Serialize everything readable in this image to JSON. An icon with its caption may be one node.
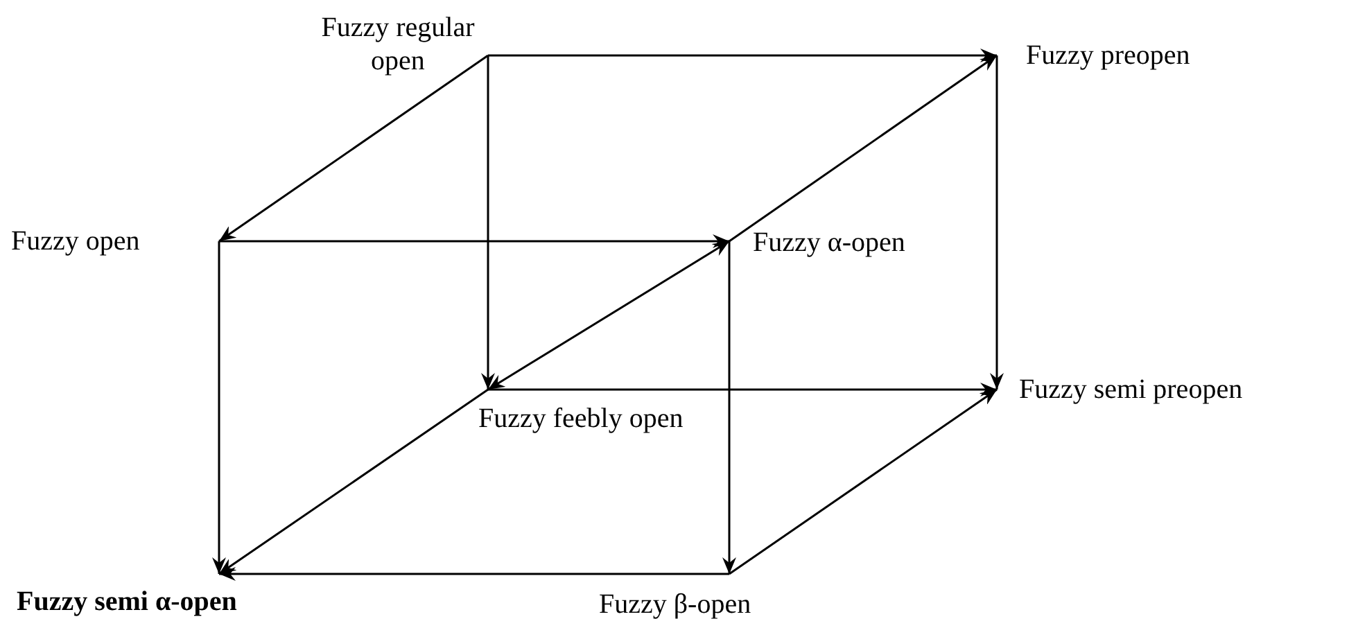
{
  "diagram": {
    "nodes": [
      {
        "text": [
          "Fuzzy regular open"
        ]
      },
      {
        "text": [
          "Fuzzy preopen"
        ]
      },
      {
        "text": [
          "Fuzzy open"
        ]
      },
      {
        "text": [
          "Fuzzy α-open"
        ]
      },
      {
        "text": [
          "Fuzzy feebly open"
        ]
      },
      {
        "text": [
          "Fuzzy semi preopen"
        ]
      },
      {
        "text": [
          "Fuzzy semi α-open"
        ]
      },
      {
        "text": [
          "Fuzzy β-open"
        ]
      }
    ],
    "edges": [
      {
        "from": 0,
        "to": 1,
        "arrow": "to"
      },
      {
        "from": 0,
        "to": 2,
        "arrow": "to"
      },
      {
        "from": 0,
        "to": 4,
        "arrow": "to"
      },
      {
        "from": 1,
        "to": 5,
        "arrow": "to"
      },
      {
        "from": 2,
        "to": 3,
        "arrow": "to"
      },
      {
        "from": 3,
        "to": 1,
        "arrow": "to"
      },
      {
        "from": 4,
        "to": 3,
        "arrow": "both"
      },
      {
        "from": 2,
        "to": 6,
        "arrow": "to"
      },
      {
        "from": 4,
        "to": 6,
        "arrow": "to"
      },
      {
        "from": 4,
        "to": 5,
        "arrow": "to"
      },
      {
        "from": 3,
        "to": 7,
        "arrow": "to"
      },
      {
        "from": 7,
        "to": 6,
        "arrow": "to"
      },
      {
        "from": 7,
        "to": 5,
        "arrow": "to"
      }
    ]
  }
}
